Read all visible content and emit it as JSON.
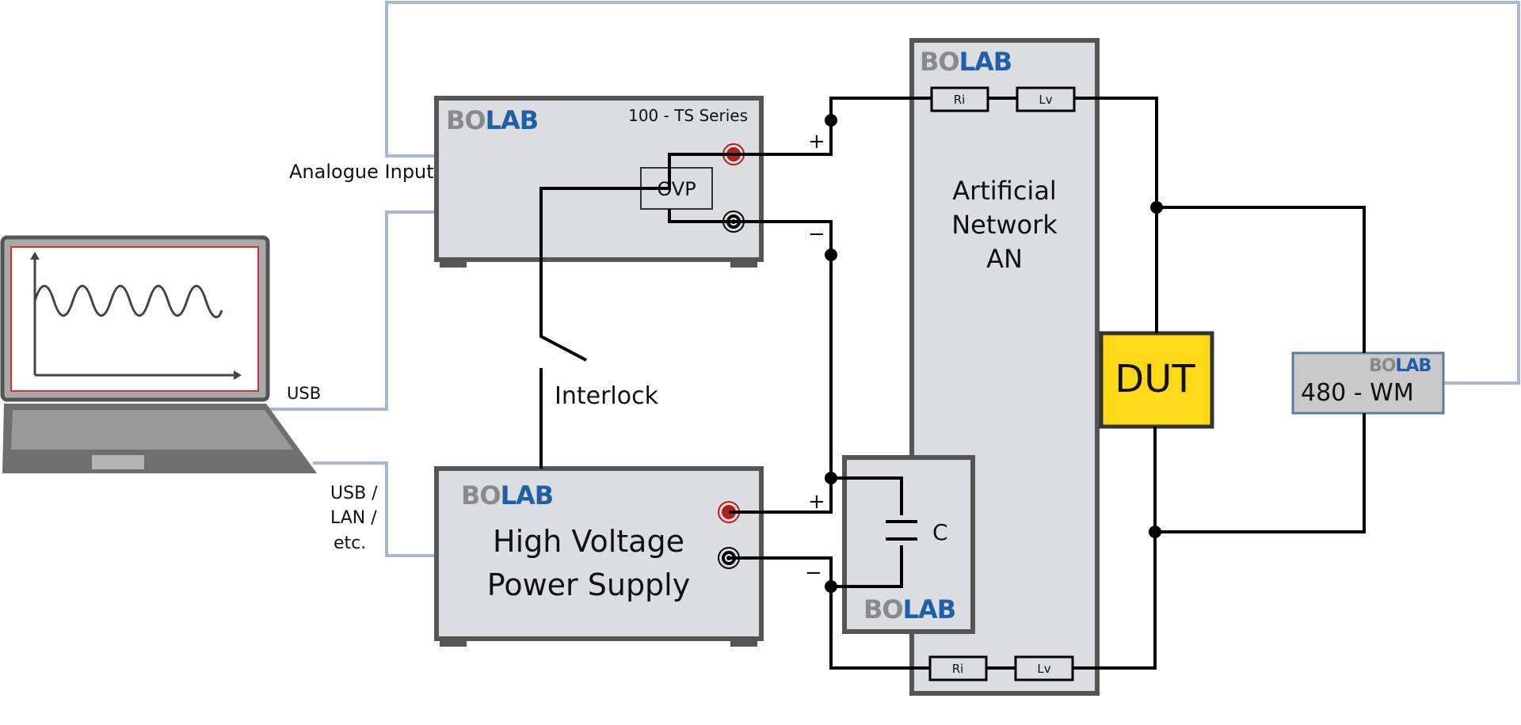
{
  "logo": {
    "part1": "BO",
    "part2": "LAB",
    "color1": "#8a8a8a",
    "color2": "#1f5fa8"
  },
  "devices": {
    "ts_series": {
      "label": "100 - TS Series"
    },
    "ovp": {
      "label": "OVP"
    },
    "hv_supply": {
      "line1": "High Voltage",
      "line2": "Power Supply"
    },
    "artificial_network": {
      "line1": "Artificial",
      "line2": "Network",
      "line3": "AN"
    },
    "capacitor": {
      "label": "C"
    },
    "dut": {
      "label": "DUT",
      "color": "#fcd816"
    },
    "wattmeter": {
      "label": "480 - WM"
    },
    "resistor_top": "Ri",
    "inductor_top": "Lv",
    "resistor_bottom": "Ri",
    "inductor_bottom": "Lv"
  },
  "connections": {
    "analogue_input": "Analogue Input",
    "usb": "USB",
    "usb_lan_line1": "USB /",
    "usb_lan_line2": "LAN /",
    "usb_lan_line3": "etc.",
    "interlock": "Interlock"
  },
  "polarity": {
    "plus": "+",
    "minus": "−"
  },
  "colors": {
    "signal_line": "#a6b9cf",
    "terminal_red": "#b2201c",
    "screen_border": "#e03030"
  }
}
